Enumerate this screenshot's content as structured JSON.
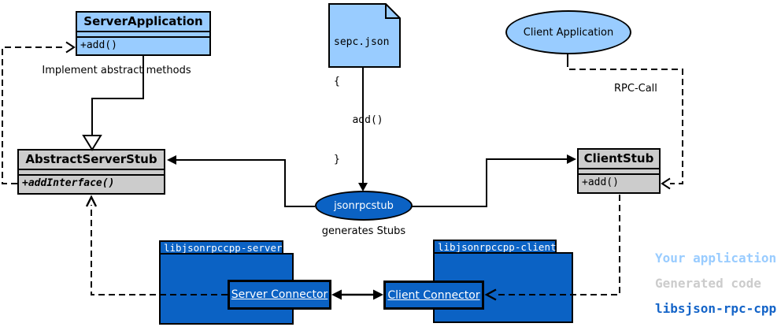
{
  "nodes": {
    "server_application": {
      "name": "ServerApplication",
      "method": "+add()"
    },
    "abstract_server_stub": {
      "name": "AbstractServerStub",
      "method": "+addInterface()"
    },
    "client_stub": {
      "name": "ClientStub",
      "method": "+add()"
    },
    "spec_file": {
      "lines": [
        "sepc.json",
        "{",
        "   add()",
        "}"
      ]
    },
    "client_application": {
      "name": "Client Application"
    },
    "jsonrpcstub": {
      "name": "jsonrpcstub"
    },
    "server_package": {
      "name": "libjsonrpccpp-server",
      "connector": "Server Connector"
    },
    "client_package": {
      "name": "libjsonrpccpp-client",
      "connector": "Client Connector"
    }
  },
  "annotations": {
    "implement_abstract_methods": "Implement abstract methods",
    "generates_stubs": "generates Stubs",
    "rpc_call": "RPC-Call"
  },
  "legend": {
    "items": [
      {
        "label": "Your application",
        "color": "#99CCFF"
      },
      {
        "label": "Generated code",
        "color": "#CCCCCC"
      },
      {
        "label": "libsjson-rpc-cpp",
        "color": "#1464C8"
      }
    ]
  },
  "colors": {
    "application_fill": "#99CCFF",
    "generated_fill": "#CCCCCC",
    "library_fill": "#0B62C4"
  }
}
